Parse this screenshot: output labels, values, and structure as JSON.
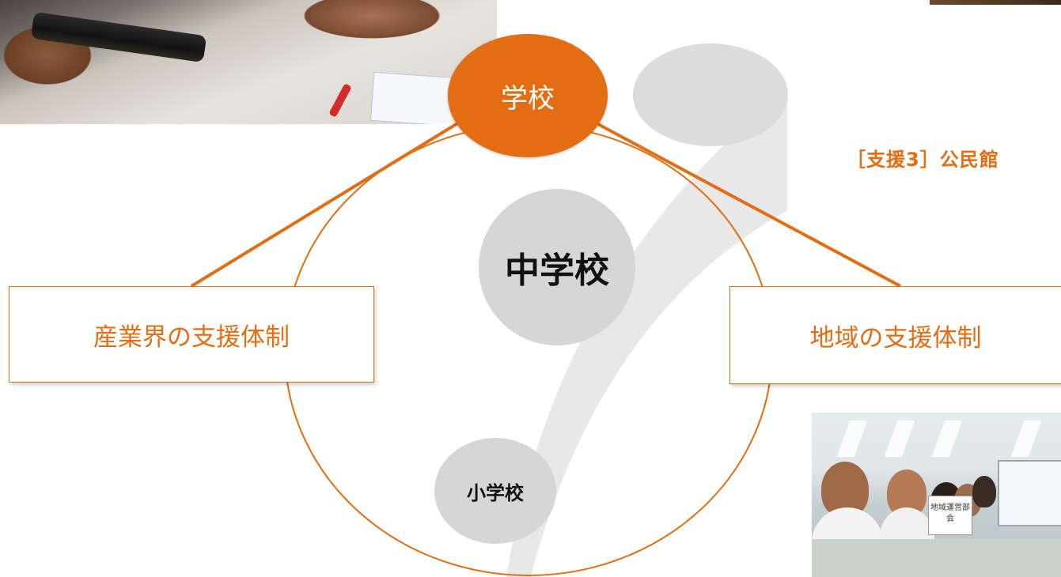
{
  "nodes": {
    "school": "学校",
    "middle_school": "中学校",
    "elementary_school": "小学校"
  },
  "support_boxes": {
    "industry": "産業界の支援体制",
    "community": "地域の支援体制"
  },
  "heading_partial": "［支援3］公民館",
  "photo_sign": "地域運営部会",
  "colors": {
    "accent": "#e26d12",
    "node_gray": "#d6d6d6",
    "arc_gray": "#e8e8e8"
  }
}
